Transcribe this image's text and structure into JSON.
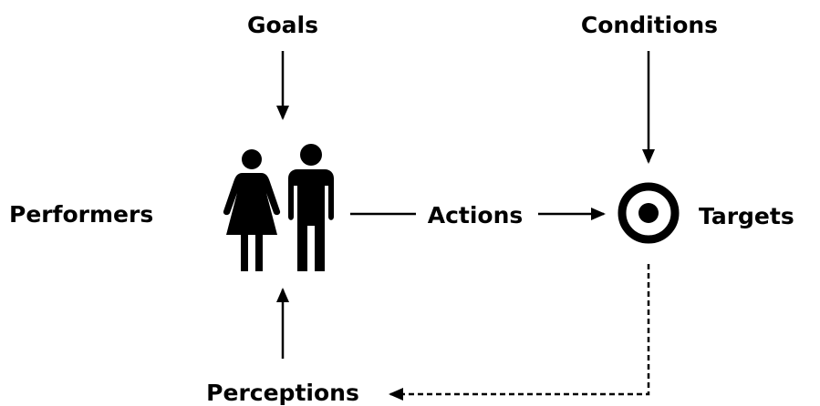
{
  "labels": {
    "goals": "Goals",
    "conditions": "Conditions",
    "performers": "Performers",
    "actions": "Actions",
    "targets": "Targets",
    "perceptions": "Perceptions"
  },
  "icons": {
    "woman": "woman-figure-icon",
    "man": "man-figure-icon",
    "target": "target-icon"
  },
  "colors": {
    "foreground": "#000000",
    "background": "#ffffff"
  }
}
